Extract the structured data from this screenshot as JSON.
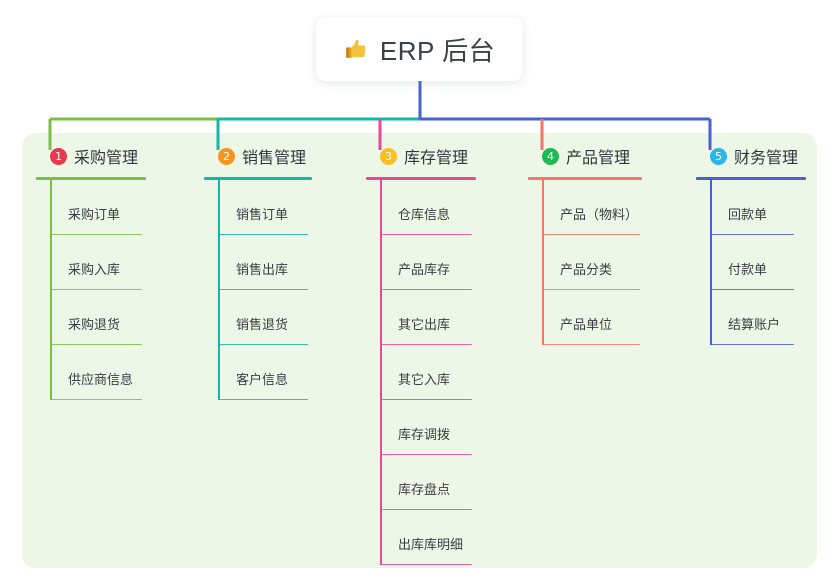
{
  "title": {
    "text": "ERP 后台",
    "icon": "thumbs-up-icon"
  },
  "colors": {
    "panel_bg": "#edf7e7",
    "card_bg": "#ffffff",
    "text": "#33363c",
    "green": "#7ac143",
    "teal": "#14b8a6",
    "pink": "#ec4899",
    "red": "#f4776a",
    "blue": "#4a5fd0",
    "badge1": "#e8394f",
    "badge2": "#f7941e",
    "badge3": "#fbbf24",
    "badge4": "#1eb854",
    "badge5": "#29b6e8",
    "stem": "#4a5fd0"
  },
  "columns": [
    {
      "number": "1",
      "label": "采购管理",
      "badge_color": "#e8394f",
      "line_color": "#7ac143",
      "items": [
        {
          "label": "采购订单"
        },
        {
          "label": "采购入库"
        },
        {
          "label": "采购退货"
        },
        {
          "label": "供应商信息"
        }
      ]
    },
    {
      "number": "2",
      "label": "销售管理",
      "badge_color": "#f7941e",
      "line_color": "#14b8a6",
      "items": [
        {
          "label": "销售订单"
        },
        {
          "label": "销售出库"
        },
        {
          "label": "销售退货"
        },
        {
          "label": "客户信息"
        }
      ]
    },
    {
      "number": "3",
      "label": "库存管理",
      "badge_color": "#fbbf24",
      "line_color": "#ec4899",
      "items": [
        {
          "label": "仓库信息"
        },
        {
          "label": "产品库存"
        },
        {
          "label": "其它出库"
        },
        {
          "label": "其它入库"
        },
        {
          "label": "库存调拨"
        },
        {
          "label": "库存盘点"
        },
        {
          "label": "出库库明细"
        }
      ]
    },
    {
      "number": "4",
      "label": "产品管理",
      "badge_color": "#1eb854",
      "line_color": "#f4776a",
      "items": [
        {
          "label": "产品（物料）"
        },
        {
          "label": "产品分类"
        },
        {
          "label": "产品单位"
        }
      ]
    },
    {
      "number": "5",
      "label": "财务管理",
      "badge_color": "#29b6e8",
      "line_color": "#4a5fd0",
      "items": [
        {
          "label": "回款单"
        },
        {
          "label": "付款单"
        },
        {
          "label": "结算账户"
        }
      ]
    }
  ]
}
